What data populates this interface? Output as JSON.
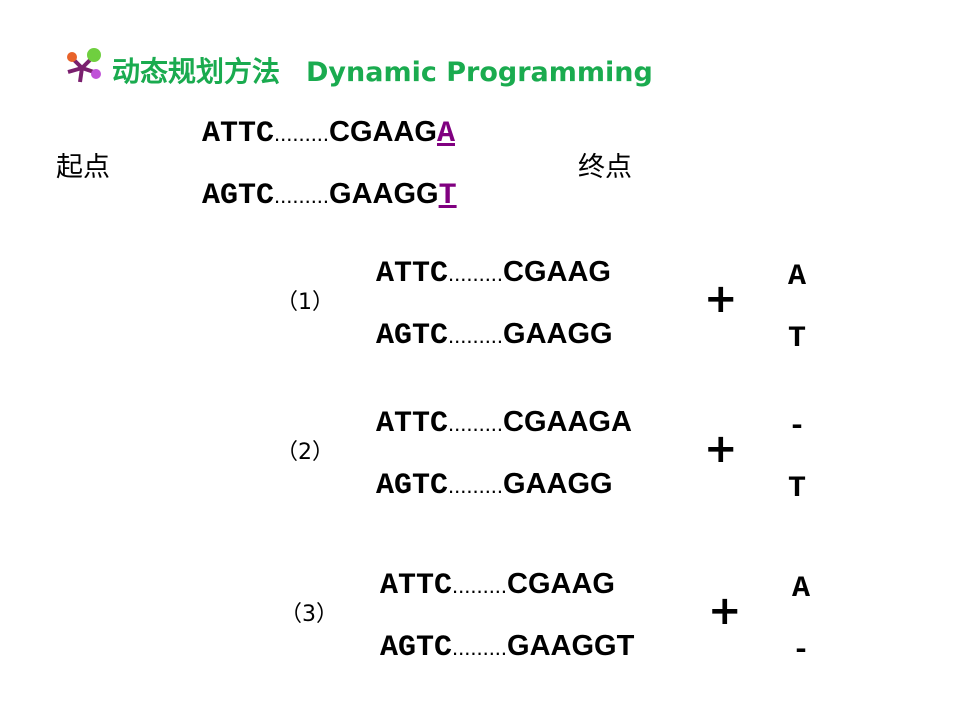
{
  "title": {
    "zh": "动态规划方法",
    "en": "Dynamic Programming",
    "icon": "molecule-icon"
  },
  "start_label": "起点",
  "end_label": "终点",
  "top": [
    {
      "p": "ATTC",
      "d": ".........",
      "s": "CGAAG",
      "h": "A"
    },
    {
      "p": "AGTC",
      "d": ".........",
      "s": "GAAGG",
      "h": "T"
    }
  ],
  "cases": [
    {
      "label": "（1）",
      "a": {
        "p": "ATTC",
        "d": ".........",
        "s": "CGAAG"
      },
      "b": {
        "p": "AGTC",
        "d": ".........",
        "s": "GAAGG"
      },
      "plus": "+",
      "c1": "A",
      "c2": "T"
    },
    {
      "label": "（2）",
      "a": {
        "p": "ATTC",
        "d": ".........",
        "s": "CGAAGA"
      },
      "b": {
        "p": "AGTC",
        "d": ".........",
        "s": "GAAGG"
      },
      "plus": "+",
      "c1": "-",
      "c2": "T"
    },
    {
      "label": "（3）",
      "a": {
        "p": "ATTC",
        "d": ".........",
        "s": "CGAAG"
      },
      "b": {
        "p": "AGTC",
        "d": ".........",
        "s": "GAAGGT"
      },
      "plus": "+",
      "c1": "A",
      "c2": "-"
    }
  ],
  "colors": {
    "title": "#1aab4f",
    "highlight": "#800080"
  }
}
